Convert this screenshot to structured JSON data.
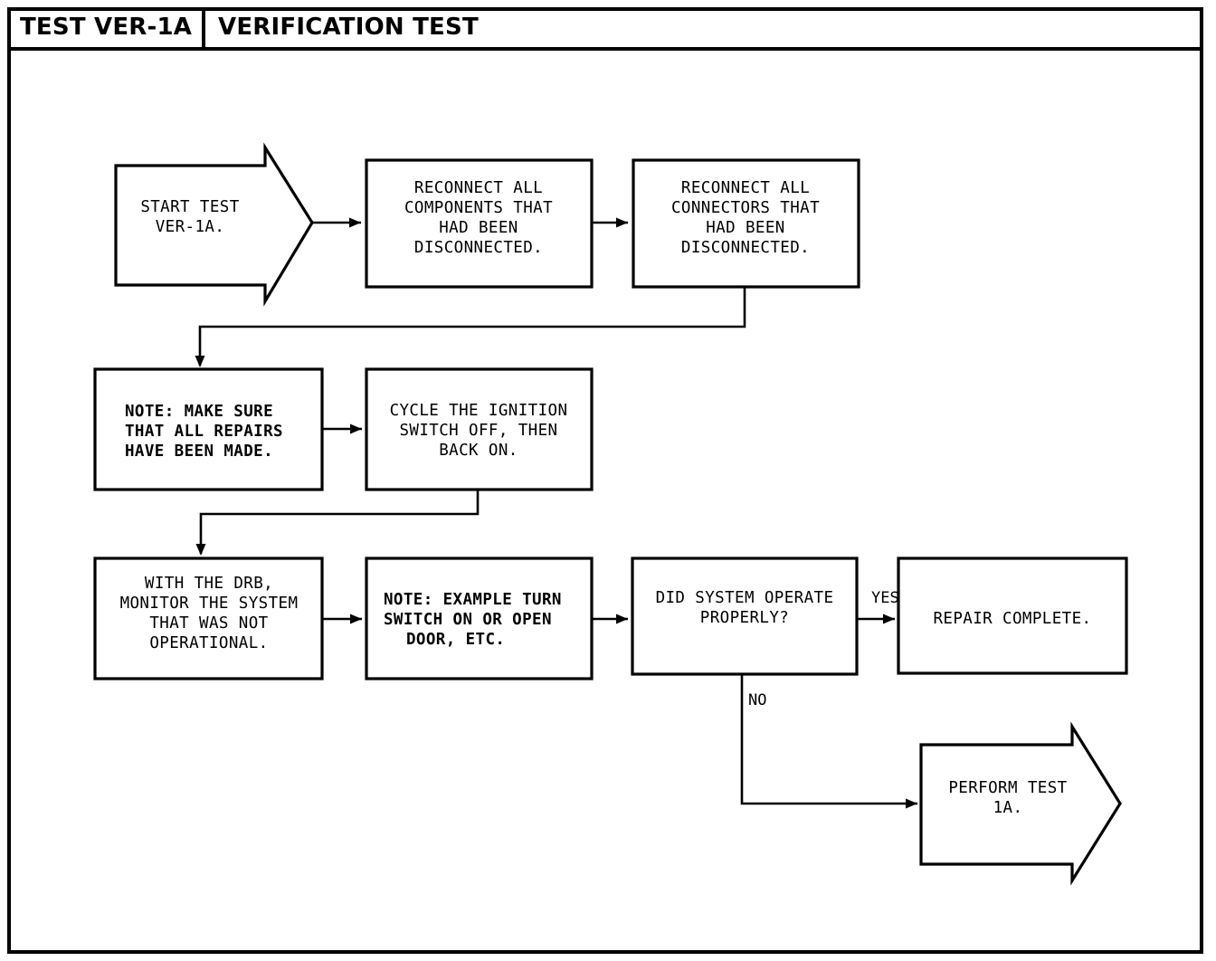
{
  "header": {
    "code": "TEST VER-1A",
    "title": "VERIFICATION TEST"
  },
  "colors": {
    "ink": "#000000",
    "paper": "#ffffff"
  },
  "chart_data": {
    "type": "diagram",
    "title": "VERIFICATION TEST",
    "subtype": "flowchart"
  },
  "nodes": {
    "start": {
      "shape": "arrow-pentagon",
      "align": "center",
      "lines": [
        "START TEST",
        "VER-1A."
      ]
    },
    "reconnect_components": {
      "shape": "rect",
      "align": "center",
      "lines": [
        "RECONNECT ALL",
        "COMPONENTS THAT",
        "HAD BEEN",
        "DISCONNECTED."
      ]
    },
    "reconnect_connectors": {
      "shape": "rect",
      "align": "center",
      "lines": [
        "RECONNECT ALL",
        "CONNECTORS THAT",
        "HAD BEEN",
        "DISCONNECTED."
      ]
    },
    "note_repairs": {
      "shape": "rect",
      "align": "left",
      "lines": [
        "NOTE: MAKE SURE",
        "THAT ALL REPAIRS",
        "HAVE BEEN MADE."
      ]
    },
    "cycle_ignition": {
      "shape": "rect",
      "align": "center",
      "lines": [
        "CYCLE THE IGNITION",
        "SWITCH OFF, THEN",
        "BACK ON."
      ]
    },
    "monitor_drb": {
      "shape": "rect",
      "align": "center",
      "lines": [
        "WITH THE DRB,",
        "MONITOR THE SYSTEM",
        "THAT WAS NOT",
        "OPERATIONAL."
      ]
    },
    "note_example": {
      "shape": "rect",
      "align": "left",
      "lines": [
        "NOTE: EXAMPLE TURN",
        "SWITCH ON OR OPEN",
        "DOOR, ETC."
      ]
    },
    "decision_operate": {
      "shape": "rect",
      "align": "center",
      "lines": [
        "DID SYSTEM OPERATE",
        "PROPERLY?"
      ]
    },
    "repair_complete": {
      "shape": "rect",
      "align": "center",
      "lines": [
        "REPAIR COMPLETE."
      ]
    },
    "perform_test": {
      "shape": "arrow-pentagon",
      "align": "center",
      "lines": [
        "PERFORM TEST",
        "1A."
      ]
    }
  },
  "edge_labels": {
    "yes": "YES",
    "no": "NO"
  }
}
